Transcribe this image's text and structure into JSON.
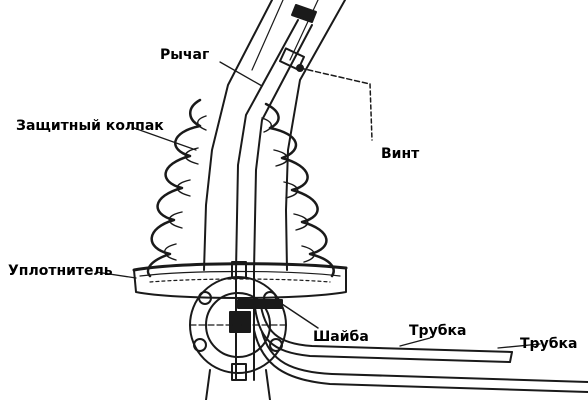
{
  "labels": {
    "lever": "Рычаг",
    "boot": "Защитный колпак",
    "screw": "Винт",
    "seal": "Уплотнитель",
    "washer": "Шайба",
    "tube1": "Трубка",
    "tube2": "Трубка"
  },
  "colors": {
    "ink": "#1a1a1a",
    "paper": "#ffffff"
  }
}
